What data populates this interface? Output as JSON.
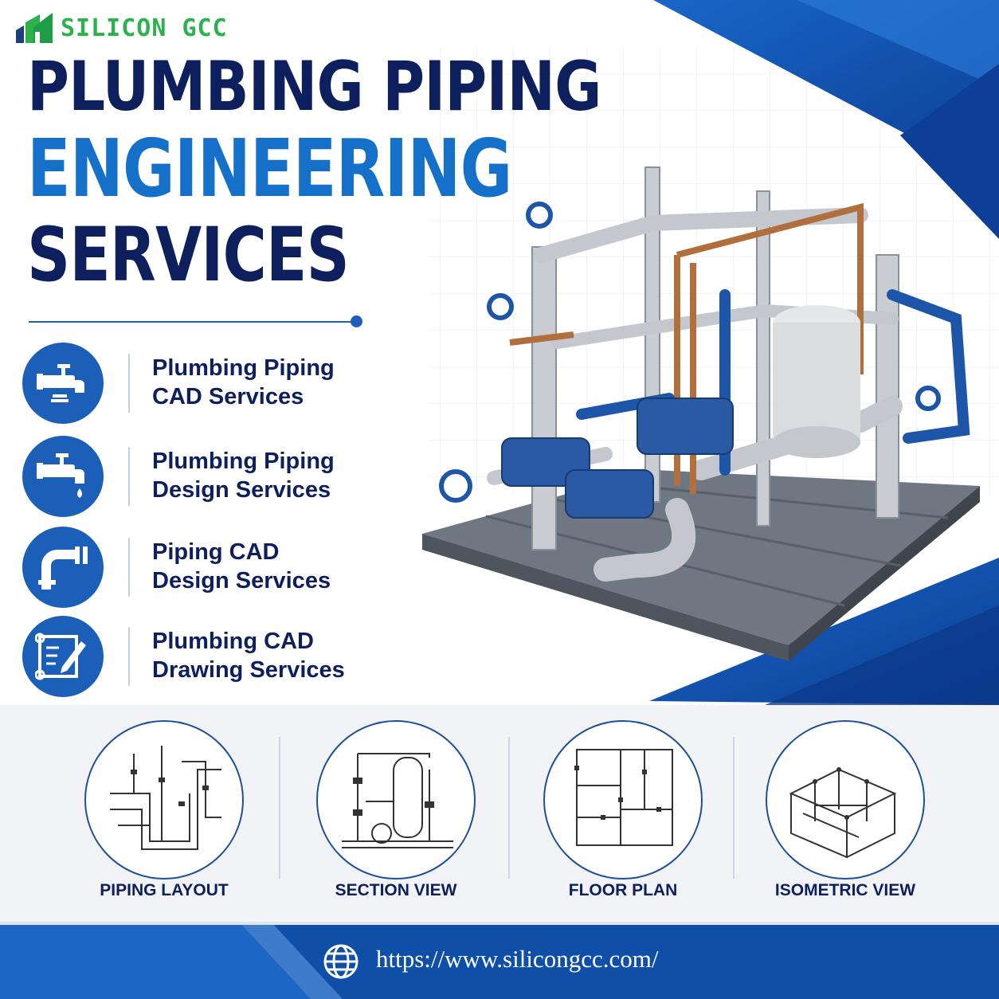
{
  "brand": {
    "name": "SILICON GCC",
    "colors": {
      "navy": "#0d1f5c",
      "blue": "#1470c8",
      "accent": "#1b5fb9",
      "green": "#2bb24c"
    }
  },
  "headline": {
    "line1": "PLUMBING PIPING",
    "line2": "ENGINEERING",
    "line3": "SERVICES"
  },
  "services": [
    {
      "icon": "faucet-icon",
      "line1": "Plumbing Piping",
      "line2": "CAD Services"
    },
    {
      "icon": "faucet-drop-icon",
      "line1": "Plumbing Piping",
      "line2": "Design Services"
    },
    {
      "icon": "pipe-elbow-icon",
      "line1": "Piping CAD",
      "line2": "Design Services"
    },
    {
      "icon": "blueprint-pencil-icon",
      "line1": "Plumbing CAD",
      "line2": "Drawing Services"
    }
  ],
  "views": [
    {
      "icon": "piping-layout-drawing",
      "label": "PIPING LAYOUT"
    },
    {
      "icon": "section-view-drawing",
      "label": "SECTION VIEW"
    },
    {
      "icon": "floor-plan-drawing",
      "label": "FLOOR PLAN"
    },
    {
      "icon": "isometric-view-drawing",
      "label": "ISOMETRIC VIEW"
    }
  ],
  "footer": {
    "icon": "globe-icon",
    "url": "https://www.silicongcc.com/"
  },
  "hero_image": {
    "icon": "pipe-skid-illustration"
  }
}
